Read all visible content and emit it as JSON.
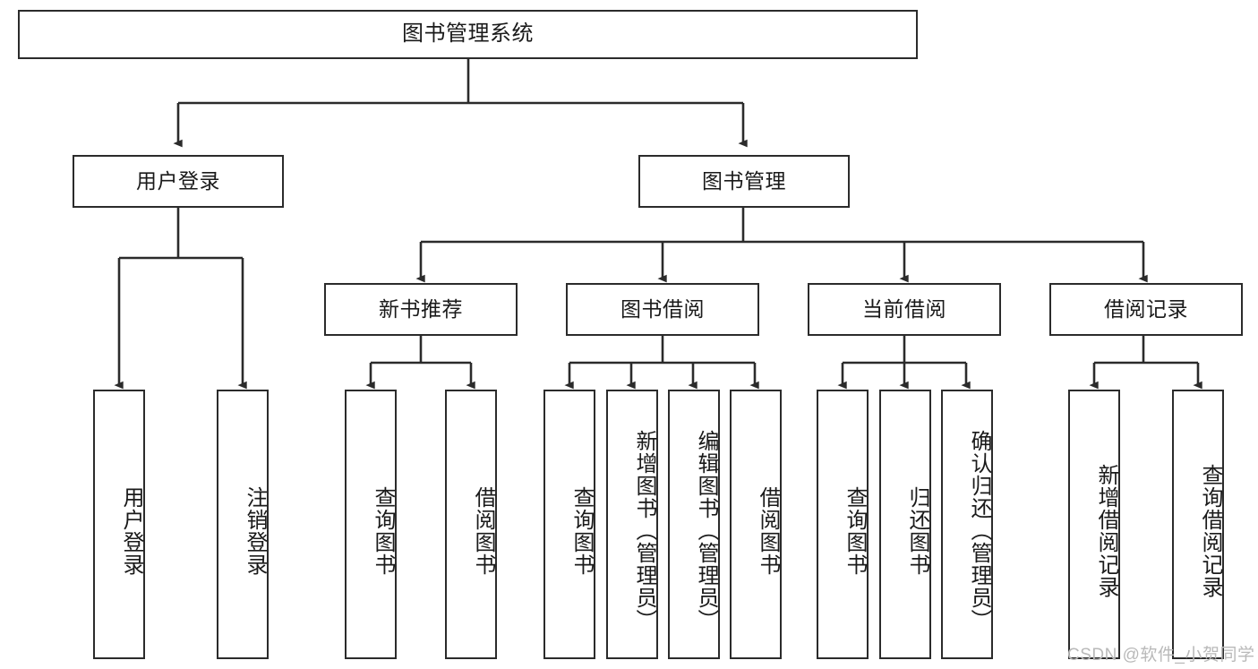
{
  "diagram": {
    "title": "图书管理系统",
    "watermark": "CSDN @软件_小贺同学",
    "nodes": {
      "root": "图书管理系统",
      "user_login": "用户登录",
      "book_manage": "图书管理",
      "new_book_rec": "新书推荐",
      "book_borrow": "图书借阅",
      "current_borrow": "当前借阅",
      "borrow_record": "借阅记录",
      "leaf_user_login": "用户登录",
      "leaf_logout": "注销登录",
      "leaf_query_book_rec": "查询图书",
      "leaf_borrow_book_rec": "借阅图书",
      "leaf_query_book_borrow": "查询图书",
      "leaf_add_book": "新增图书（管理员）",
      "leaf_edit_book": "编辑图书（管理员）",
      "leaf_borrow_book": "借阅图书",
      "leaf_query_book_cur": "查询图书",
      "leaf_return_book": "归还图书",
      "leaf_confirm_return": "确认归还（管理员）",
      "leaf_add_record": "新增借阅记录",
      "leaf_query_record": "查询借阅记录"
    },
    "colors": {
      "border": "#2b2b2b",
      "text": "#1a1a1a",
      "background": "#ffffff",
      "watermark": "#b9b9b9"
    }
  }
}
